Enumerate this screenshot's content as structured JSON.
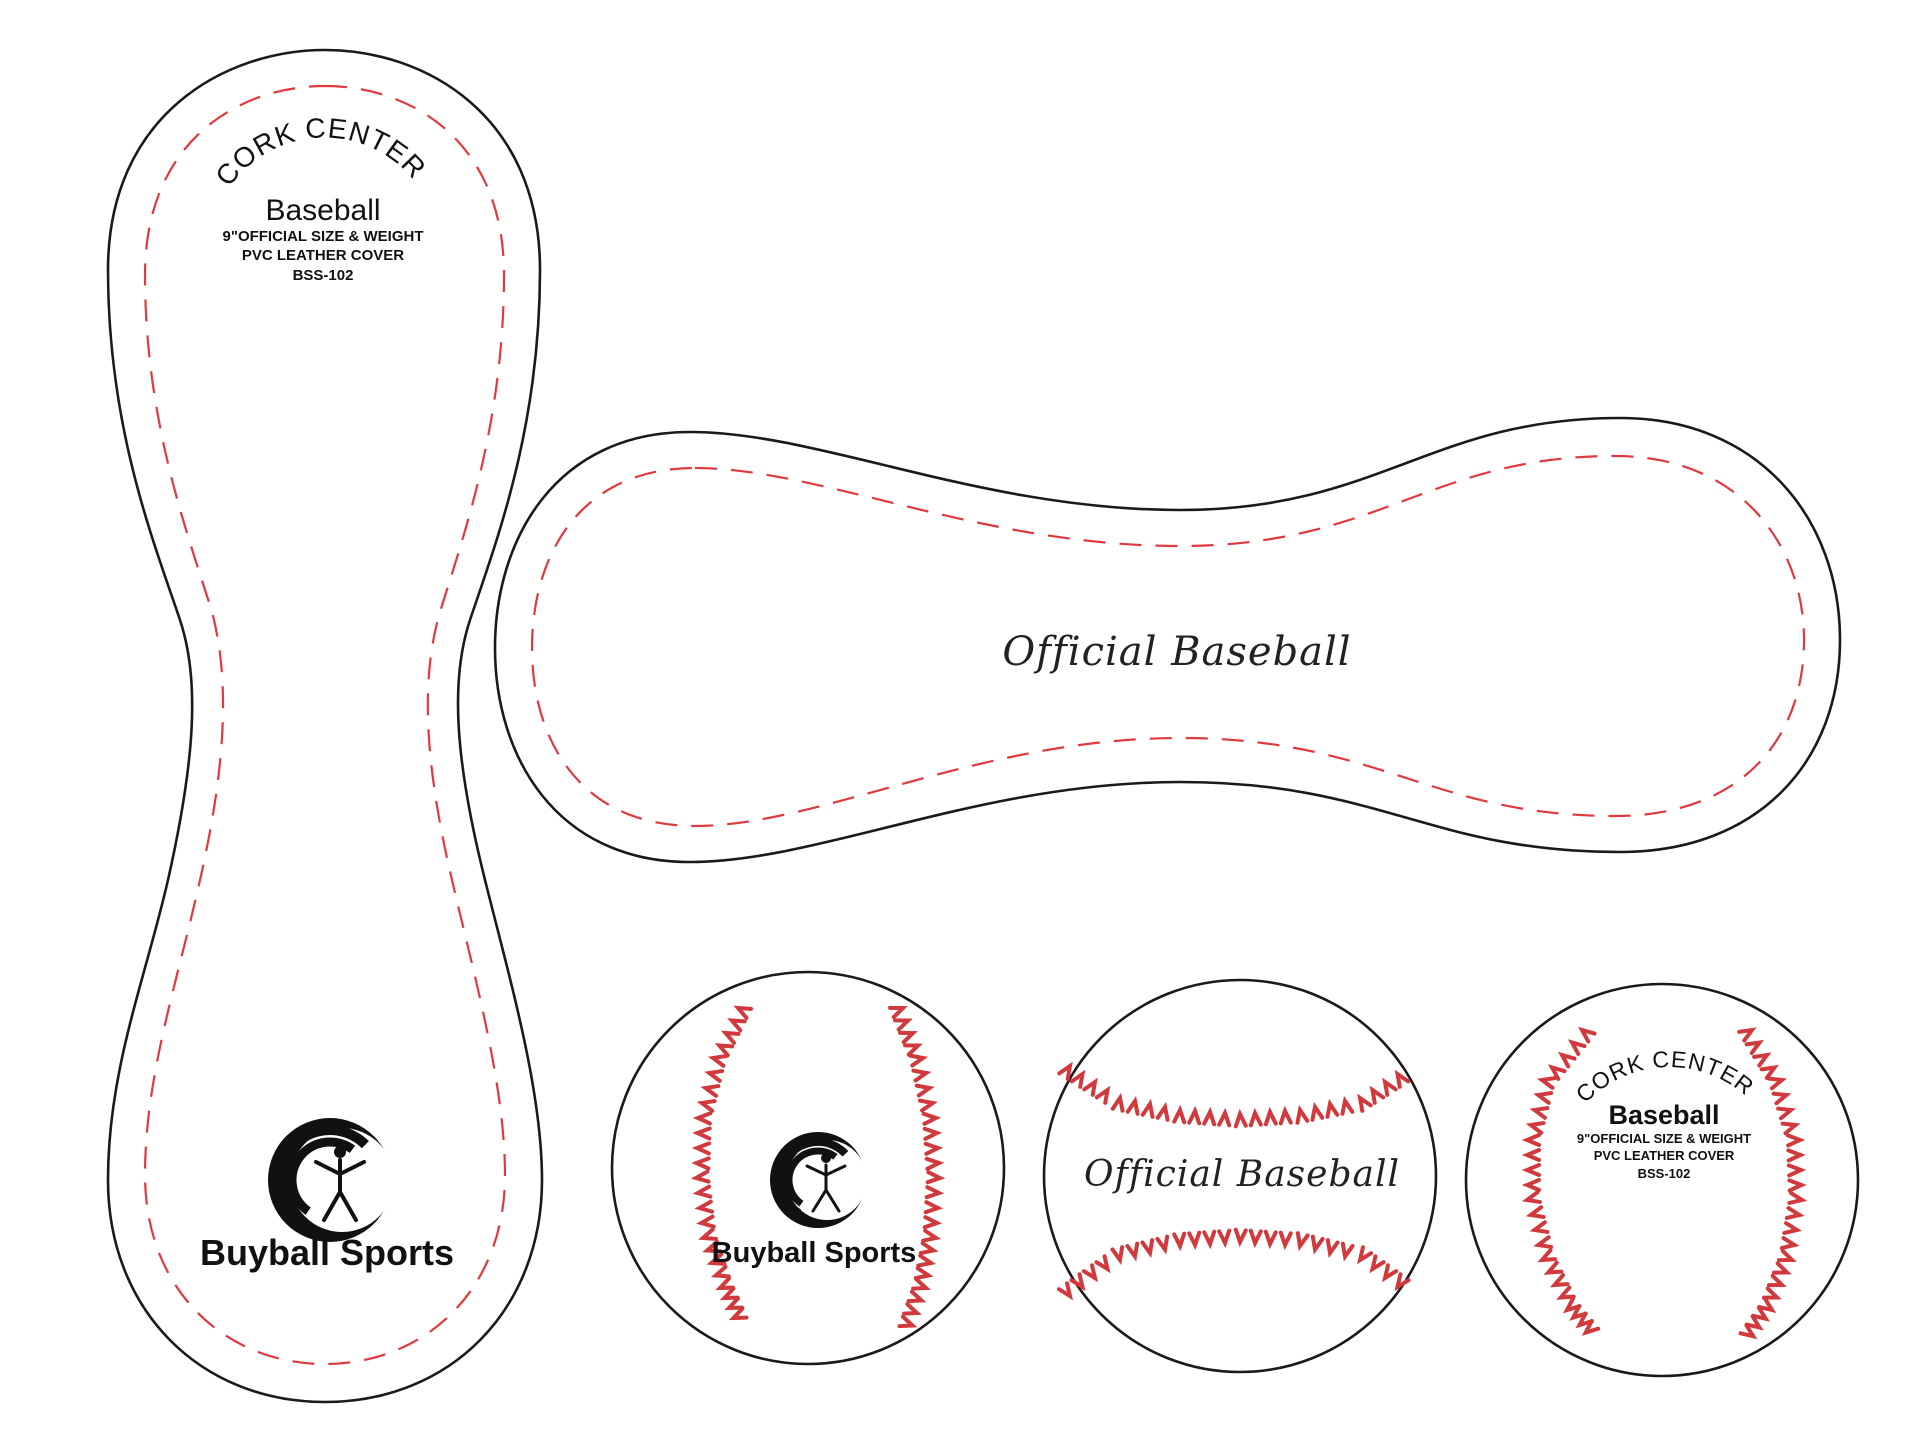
{
  "colors": {
    "outline": "#1a1a1a",
    "stitch": "#e0393e",
    "seam": "#d2393c",
    "text": "#111111",
    "background": "#ffffff"
  },
  "vertical_panel": {
    "arc_text": "CORK CENTER",
    "title": "Baseball",
    "spec_line_1": "9\"OFFICIAL SIZE & WEIGHT",
    "spec_line_2": "PVC LEATHER COVER",
    "model": "BSS-102",
    "brand": "Buyball Sports",
    "logo_icon": "circle-person-logo-icon"
  },
  "horizontal_panel": {
    "script_label": "Official Baseball"
  },
  "balls": [
    {
      "brand": "Buyball Sports",
      "logo_icon": "circle-person-logo-icon"
    },
    {
      "script_label": "Official Baseball"
    },
    {
      "arc_text": "CORK CENTER",
      "title": "Baseball",
      "spec_line_1": "9\"OFFICIAL SIZE & WEIGHT",
      "spec_line_2": "PVC LEATHER COVER",
      "model": "BSS-102"
    }
  ]
}
